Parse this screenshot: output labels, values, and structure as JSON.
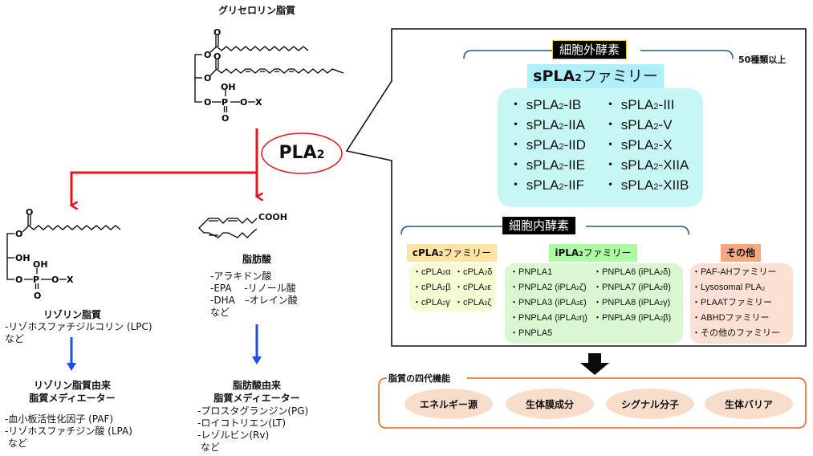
{
  "glycerophospholipid": {
    "title": "グリセロリン脂質",
    "labels": {
      "o": "O",
      "oh": "OH",
      "p": "P",
      "x": "X"
    }
  },
  "enzyme": {
    "name": "PLA",
    "subscript": "2"
  },
  "lysophospholipid": {
    "title": "リゾリン脂質",
    "examples": [
      "-リゾホスファチジルコリン (LPC)",
      "など"
    ],
    "mediator_title": [
      "リゾリン脂質由来",
      "脂質メディエーター"
    ],
    "mediators": [
      "-血小板活性化因子 (PAF)",
      "-リゾホスファチジン酸 (LPA)",
      "など"
    ]
  },
  "fatty_acid": {
    "title": "脂肪酸",
    "cooh_label": "COOH",
    "examples": [
      "-アラキドン酸",
      "-EPA　 -リノール酸",
      "-DHA　–オレイン酸",
      "など"
    ],
    "mediator_title": [
      "脂肪酸由来",
      "脂質メディエーター"
    ],
    "mediators": [
      "-プロスタグランジン(PG)",
      "-ロイコトリエン(LT)",
      "-レゾルビン(Rv)",
      "など"
    ]
  },
  "extracellular": {
    "label": "細胞外酵素",
    "count_note": "50種類以上",
    "family_title_prefix": "sPLA",
    "family_title_sub": "2",
    "family_title_suffix": "ファミリー",
    "col1": [
      "IB",
      "IIA",
      "IID",
      "IIE",
      "IIF"
    ],
    "col2": [
      "III",
      "V",
      "X",
      "XIIA",
      "XIIB"
    ],
    "item_prefix": "sPLA",
    "item_sub": "2",
    "bullet": "・"
  },
  "intracellular": {
    "label": "細胞内酵素",
    "cpla2": {
      "title_prefix": "cPLA",
      "title_sub": "2",
      "title_suffix": "ファミリー",
      "items": [
        {
          "pre": "cPLA",
          "greek": "α"
        },
        {
          "pre": "cPLA",
          "greek": "δ"
        },
        {
          "pre": "cPLA",
          "greek": "β"
        },
        {
          "pre": "cPLA",
          "greek": "ε"
        },
        {
          "pre": "cPLA",
          "greek": "γ"
        },
        {
          "pre": "cPLA",
          "greek": "ζ"
        }
      ]
    },
    "ipla2": {
      "title_prefix": "iPLA",
      "title_sub": "2",
      "title_suffix": "ファミリー",
      "col1": [
        {
          "name": "PNPLA1",
          "greek": ""
        },
        {
          "name": "PNPLA2",
          "greek": "ζ"
        },
        {
          "name": "PNPLA3",
          "greek": "ε"
        },
        {
          "name": "PNPLA4",
          "greek": "η"
        },
        {
          "name": "PNPLA5",
          "greek": ""
        }
      ],
      "col2": [
        {
          "name": "PNPLA6",
          "greek": "δ"
        },
        {
          "name": "PNPLA7",
          "greek": "θ"
        },
        {
          "name": "PNPLA8",
          "greek": "γ"
        },
        {
          "name": "PNPLA9",
          "greek": "β"
        }
      ]
    },
    "others": {
      "title": "その他",
      "items": [
        "PAF-AHファミリー",
        "Lysosomal PLA₂",
        "PLAATファミリー",
        "ABHDファミリー",
        "その他のファミリー"
      ]
    }
  },
  "functions": {
    "title": "脂質の四代機能",
    "items": [
      "エネルギー源",
      "生体膜成分",
      "シグナル分子",
      "生体バリア"
    ]
  },
  "colors": {
    "reaction_arrow": "#e8141b",
    "mediator_arrow": "#1d4fe0",
    "bracket": "#1f5f86",
    "func_border": "#e87a3c",
    "func_fill": "#f9ddcb",
    "spla2_title": "#aeeffa",
    "spla2_box": "#c7f7f4",
    "cpla2_title": "#fde3a4",
    "cpla2_box": "#f7fbd3",
    "ipla2_title": "#aefaa4",
    "ipla2_box": "#d9f8d2",
    "others_title": "#f3a882",
    "others_box": "#fbe0d3"
  }
}
